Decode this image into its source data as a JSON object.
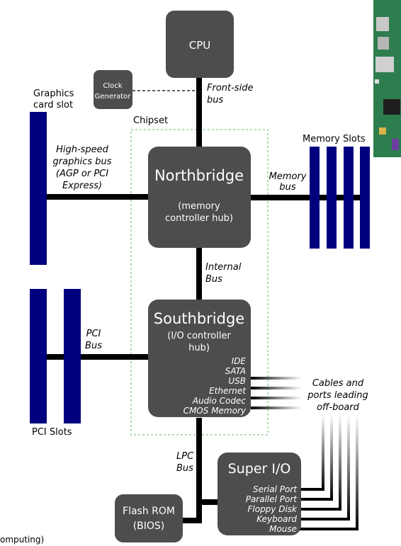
{
  "cpu": {
    "label": "CPU"
  },
  "clock": {
    "line1": "Clock",
    "line2": "Generator"
  },
  "front_side_bus": {
    "line1": "Front-side",
    "line2": "bus"
  },
  "graphics_slot": {
    "line1": "Graphics",
    "line2": "card slot"
  },
  "chipset": {
    "label": "Chipset"
  },
  "graphics_bus": {
    "line1": "High-speed",
    "line2": "graphics bus",
    "line3": "(AGP or PCI",
    "line4": "Express)"
  },
  "northbridge": {
    "title": "Northbridge",
    "sub1": "(memory",
    "sub2": "controller hub)"
  },
  "memory_bus": {
    "line1": "Memory",
    "line2": "bus"
  },
  "memory_slots": {
    "label": "Memory Slots"
  },
  "internal_bus": {
    "line1": "Internal",
    "line2": "Bus"
  },
  "southbridge": {
    "title": "Southbridge",
    "sub1": "(I/O controller",
    "sub2": "hub)",
    "ports": [
      "IDE",
      "SATA",
      "USB",
      "Ethernet",
      "Audio Codec",
      "CMOS Memory"
    ]
  },
  "pci_bus": {
    "line1": "PCI",
    "line2": "Bus"
  },
  "pci_slots": {
    "label": "PCI Slots"
  },
  "cables": {
    "line1": "Cables and",
    "line2": "ports leading",
    "line3": "off-board"
  },
  "lpc_bus": {
    "line1": "LPC",
    "line2": "Bus"
  },
  "super_io": {
    "title": "Super I/O",
    "ports": [
      "Serial Port",
      "Parallel Port",
      "Floppy Disk",
      "Keyboard",
      "Mouse"
    ]
  },
  "flash_rom": {
    "line1": "Flash ROM",
    "line2": "(BIOS)"
  },
  "caption_fragment": "omputing)",
  "colors": {
    "box": "#4d4d4d",
    "slot": "#00007f",
    "bus": "#000000",
    "chipset_border": "#66bb66",
    "board": "#2e7d4f"
  }
}
